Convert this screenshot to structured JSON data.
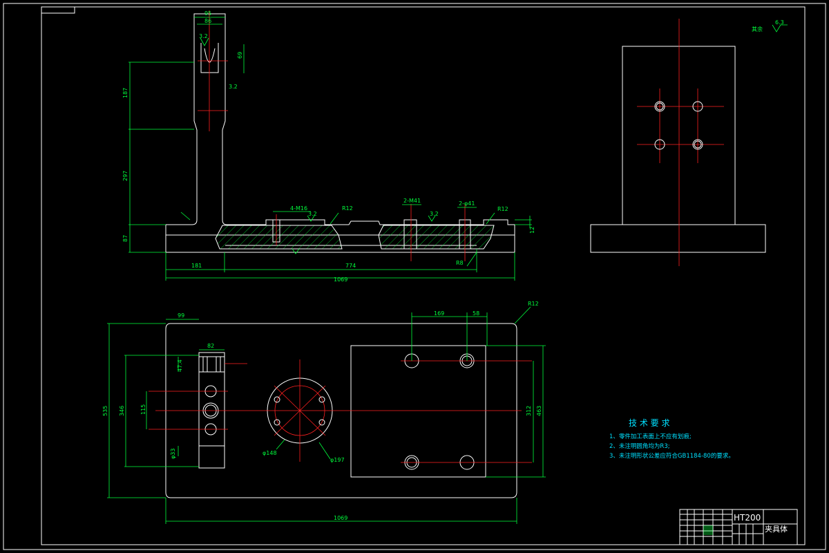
{
  "dims": {
    "front_top_width": "95",
    "front_top_inner": "86",
    "front_rough_top": "3.2",
    "front_slot_depth": "69",
    "front_side_rough": "3.2",
    "front_h1": "187",
    "front_h2": "297",
    "front_h3": "87",
    "front_thread": "4-M16",
    "front_rough_mid": "3.2",
    "front_r_left": "R12",
    "front_m41": "2-M41",
    "front_rough_right": "3.2",
    "front_phi41": "2-φ41",
    "front_r_right": "R12",
    "front_right_h": "12",
    "front_bottom_left": "181",
    "front_bottom_mid": "774",
    "front_r8": "R8",
    "front_total": "1069",
    "top_left_width": "99",
    "top_bracket_width": "82",
    "top_small_h": "47.4",
    "top_total_h": "535",
    "top_inner_h": "346",
    "top_hole_spacing": "115",
    "top_phi33": "φ33",
    "top_phi148": "φ148",
    "top_phi197": "φ197",
    "top_right_169": "169",
    "top_right_58": "58",
    "top_r12": "R12",
    "top_right_312": "312",
    "top_right_463": "463",
    "top_total_w": "1069"
  },
  "side_roughness": {
    "label": "其余",
    "value": "6.3"
  },
  "notes": {
    "title": "技 术 要 求",
    "items": [
      "1、零件加工表面上不应有划痕;",
      "2、未注明圆角均为R3;",
      "3、未注明形状公差应符合GB1184-80的要求。"
    ]
  },
  "title_block": {
    "material": "HT200",
    "part_name": "夹具体"
  },
  "colors": {
    "outline": "#ffffff",
    "dimension": "#00ff3c",
    "centerline": "#ff2020",
    "note": "#00e0ff"
  }
}
